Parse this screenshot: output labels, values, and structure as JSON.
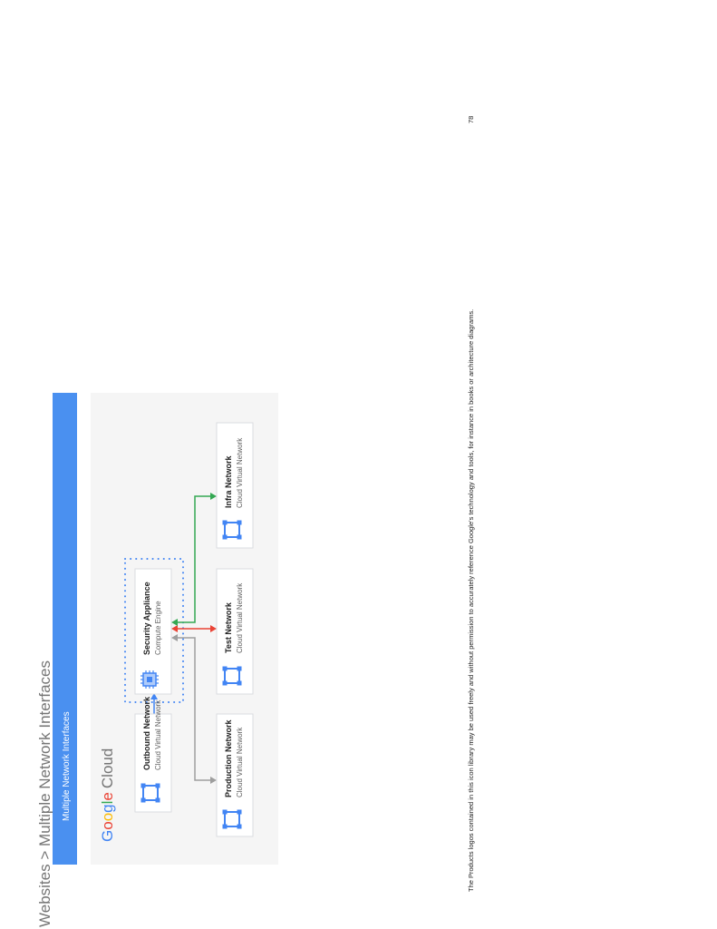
{
  "page": {
    "title": "Websites > Multiple Network Interfaces",
    "page_number": "78",
    "footer_note": "The Products logos contained in this icon library may be used freely and without permission to accurately reference Google's technology and tools, for instance in books or architecture diagrams."
  },
  "diagram": {
    "banner_title": "Multiple Network Interfaces",
    "logo": {
      "google": "Google",
      "cloud": "Cloud"
    },
    "nodes": {
      "outbound": {
        "title": "Outbound Network",
        "subtitle": "Cloud Virtual Network",
        "icon": "virtual-network-icon"
      },
      "security": {
        "title": "Security Appliance",
        "subtitle": "Compute Engine",
        "icon": "compute-engine-icon"
      },
      "production": {
        "title": "Production Network",
        "subtitle": "Cloud Virtual Network",
        "icon": "virtual-network-icon"
      },
      "test": {
        "title": "Test Network",
        "subtitle": "Cloud Virtual Network",
        "icon": "virtual-network-icon"
      },
      "infra": {
        "title": "Infra Network",
        "subtitle": "Cloud Virtual Network",
        "icon": "virtual-network-icon"
      }
    },
    "connections": [
      {
        "from": "outbound",
        "to": "security",
        "color": "#4285F4"
      },
      {
        "from": "production",
        "to": "security",
        "color": "#9E9E9E"
      },
      {
        "from": "test",
        "to": "security",
        "color": "#EA4335"
      },
      {
        "from": "infra",
        "to": "security",
        "color": "#34A853"
      }
    ]
  },
  "colors": {
    "banner": "#4A90F0",
    "panel": "#F5F5F5",
    "blue": "#4285F4",
    "red": "#EA4335",
    "yellow": "#FBBC05",
    "green": "#34A853",
    "gray": "#9E9E9E"
  }
}
